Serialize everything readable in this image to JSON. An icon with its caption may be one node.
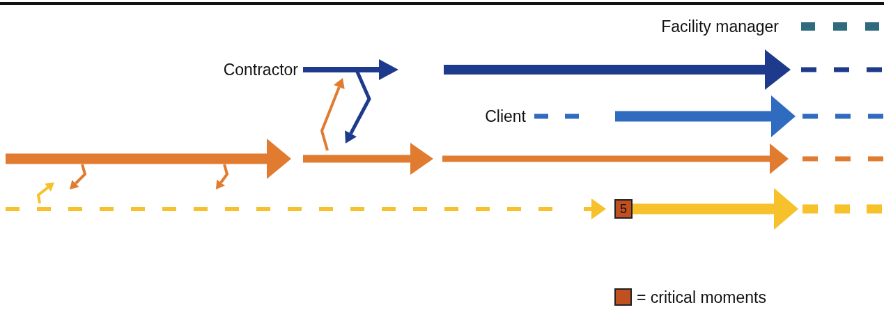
{
  "diagram": {
    "nodes": [
      {
        "text": [
          "5"
        ]
      }
    ],
    "edges": [],
    "labels": [
      "Facility manager",
      "Contractor",
      "Client"
    ],
    "legend": [
      {
        "text": "= critical moments",
        "color": "#c0501f"
      }
    ]
  }
}
